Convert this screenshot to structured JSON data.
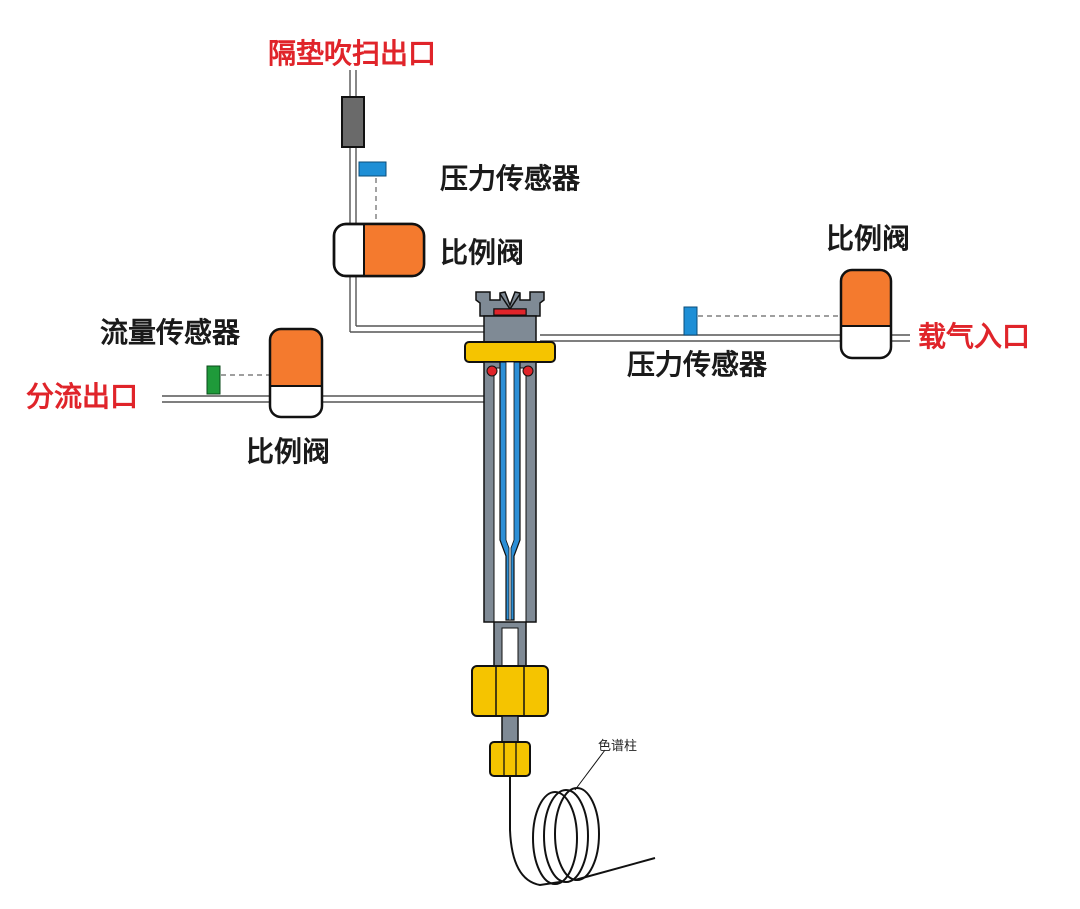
{
  "labels": {
    "septum_purge_outlet": "隔垫吹扫出口",
    "pressure_sensor_top": "压力传感器",
    "proportional_valve_top": "比例阀",
    "flow_sensor": "流量传感器",
    "split_outlet": "分流出口",
    "proportional_valve_split": "比例阀",
    "proportional_valve_carrier": "比例阀",
    "carrier_gas_inlet": "载气入口",
    "pressure_sensor_carrier": "压力传感器",
    "column": "色谱柱"
  },
  "colors": {
    "valve_orange": "#f47a2e",
    "valve_white": "#ffffff",
    "pressure_sensor_blue": "#1e8fd6",
    "flow_sensor_green": "#1f9a3a",
    "purge_block_gray": "#6a6a6a",
    "fitting_yellow": "#f5c400",
    "liner_blue": "#2c8fd6",
    "inlet_gray": "#7f8a95",
    "label_red": "#e0242a",
    "label_black": "#1a1a1a"
  }
}
